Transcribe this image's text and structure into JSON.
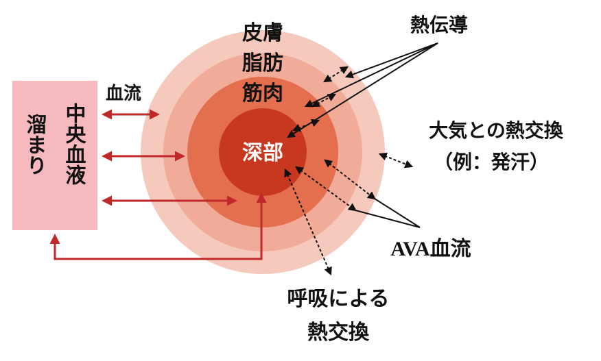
{
  "layers": {
    "skin": "皮膚",
    "fat": "脂肪",
    "muscle": "筋肉",
    "core": "深部"
  },
  "reservoir": {
    "col1": "溜まり",
    "col2": "中央血液"
  },
  "labels": {
    "blood_flow": "血流",
    "conduction": "熱伝導",
    "atmosphere_line1": "大気との熱交換",
    "atmosphere_line2": "（例：発汗）",
    "ava": "AVA血流",
    "respiration_line1": "呼吸による",
    "respiration_line2": "熱交換"
  },
  "colors": {
    "ring_outer": "#f6c9bd",
    "ring_fat": "#f0ac98",
    "ring_muscle": "#e36f4e",
    "ring_core": "#c8381f",
    "reservoir_fill": "#f6b9c0",
    "arrow_red": "#c0282a",
    "arrow_dark": "#111111"
  }
}
